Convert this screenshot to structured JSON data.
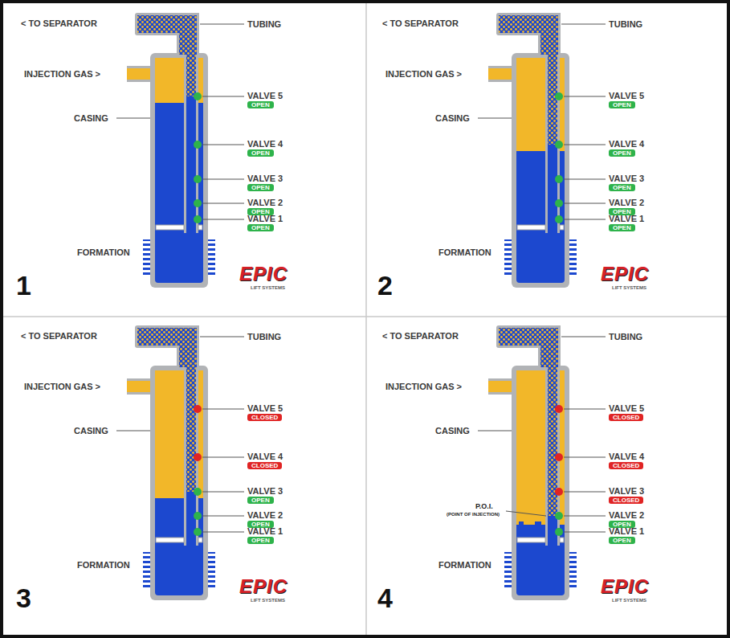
{
  "diagram": {
    "nodes": [
      {
        "text": [
          "1"
        ]
      },
      {
        "text": [
          "VALVE 5",
          "OPEN"
        ],
        "in": 0
      },
      {
        "text": [
          "VALVE 4",
          "OPEN"
        ],
        "in": 0
      },
      {
        "text": [
          "VALVE 3",
          "OPEN"
        ],
        "in": 0
      },
      {
        "text": [
          "VALVE 2",
          "OPEN"
        ],
        "in": 0
      },
      {
        "text": [
          "VALVE 1",
          "OPEN"
        ],
        "in": 0
      },
      {
        "text": [
          "2"
        ]
      },
      {
        "text": [
          "VALVE 5",
          "OPEN"
        ],
        "in": 6
      },
      {
        "text": [
          "VALVE 4",
          "OPEN"
        ],
        "in": 6
      },
      {
        "text": [
          "VALVE 3",
          "OPEN"
        ],
        "in": 6
      },
      {
        "text": [
          "VALVE 2",
          "OPEN"
        ],
        "in": 6
      },
      {
        "text": [
          "VALVE 1",
          "OPEN"
        ],
        "in": 6
      },
      {
        "text": [
          "3"
        ]
      },
      {
        "text": [
          "VALVE 5",
          "CLOSED"
        ],
        "in": 12
      },
      {
        "text": [
          "VALVE 4",
          "CLOSED"
        ],
        "in": 12
      },
      {
        "text": [
          "VALVE 3",
          "OPEN"
        ],
        "in": 12
      },
      {
        "text": [
          "VALVE 2",
          "OPEN"
        ],
        "in": 12
      },
      {
        "text": [
          "VALVE 1",
          "OPEN"
        ],
        "in": 12
      },
      {
        "text": [
          "4"
        ]
      },
      {
        "text": [
          "VALVE 5",
          "CLOSED"
        ],
        "in": 18
      },
      {
        "text": [
          "VALVE 4",
          "CLOSED"
        ],
        "in": 18
      },
      {
        "text": [
          "VALVE 3",
          "CLOSED"
        ],
        "in": 18
      },
      {
        "text": [
          "VALVE 2",
          "OPEN"
        ],
        "in": 18
      },
      {
        "text": [
          "VALVE 1",
          "OPEN"
        ],
        "in": 18
      }
    ],
    "labels": [
      "< TO SEPARATOR",
      "TUBING",
      "INJECTION GAS >",
      "CASING",
      "FORMATION",
      "EPIC",
      "LIFT SYSTEMS",
      "< TO SEPARATOR",
      "TUBING",
      "INJECTION GAS >",
      "CASING",
      "FORMATION",
      "EPIC",
      "LIFT SYSTEMS",
      "< TO SEPARATOR",
      "TUBING",
      "INJECTION GAS >",
      "CASING",
      "FORMATION",
      "EPIC",
      "LIFT SYSTEMS",
      "< TO SEPARATOR",
      "TUBING",
      "INJECTION GAS >",
      "CASING",
      "P.O.I.",
      "(POINT OF INJECTION)",
      "FORMATION",
      "EPIC",
      "LIFT SYSTEMS"
    ]
  }
}
